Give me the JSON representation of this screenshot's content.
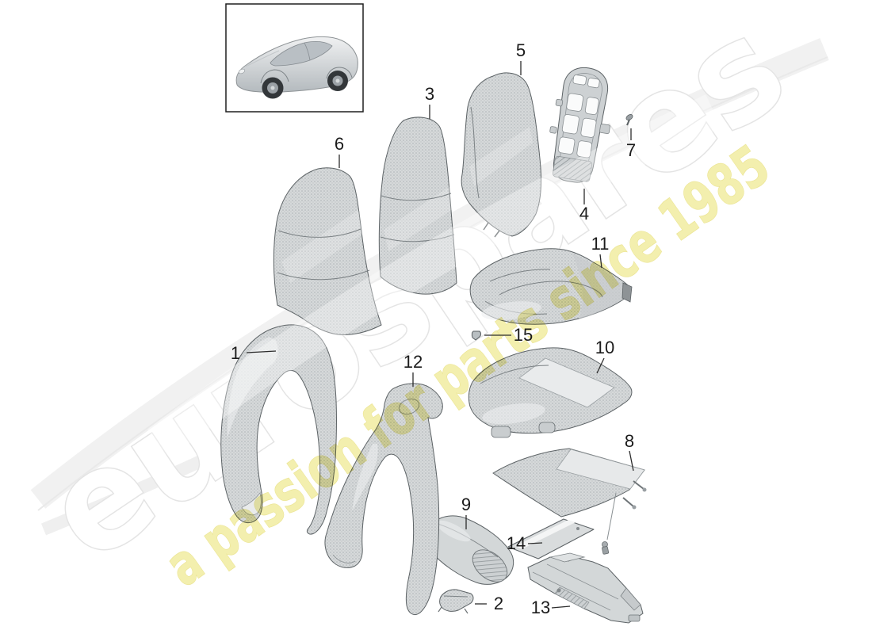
{
  "page": {
    "background": "#ffffff"
  },
  "watermark": {
    "brand": "eurospares",
    "tagline": "a passion for parts since 1985",
    "brand_fill": "#ffffff",
    "brand_outline": "#e4e4e4",
    "tagline_fill": "#f1eb9a",
    "tagline_outline": "#e7df7c"
  },
  "icons": {
    "car_thumbnail": "silver-coupe-3d-render"
  },
  "part_color": "#d6d9da",
  "callouts": [
    {
      "n": "1"
    },
    {
      "n": "2"
    },
    {
      "n": "3"
    },
    {
      "n": "4"
    },
    {
      "n": "5"
    },
    {
      "n": "6"
    },
    {
      "n": "7"
    },
    {
      "n": "8"
    },
    {
      "n": "9"
    },
    {
      "n": "10"
    },
    {
      "n": "11"
    },
    {
      "n": "12"
    },
    {
      "n": "13"
    },
    {
      "n": "14"
    },
    {
      "n": "15"
    }
  ]
}
